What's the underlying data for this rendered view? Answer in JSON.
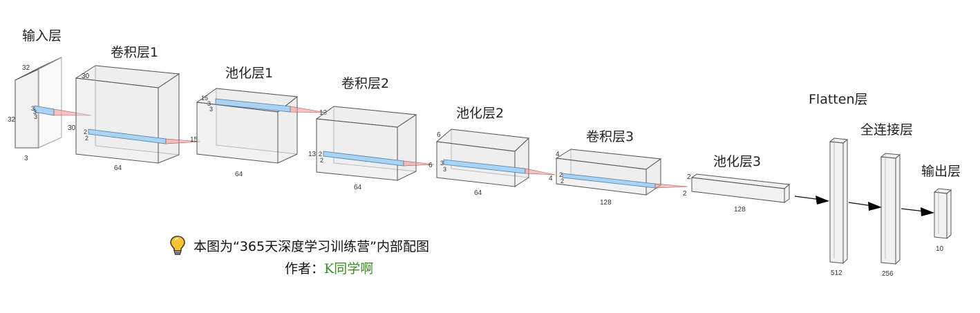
{
  "layers": [
    {
      "id": "input",
      "title": "输入层",
      "dims": [
        "32",
        "32",
        "3"
      ],
      "kernel_labels": [
        "3",
        "3",
        "3"
      ]
    },
    {
      "id": "conv1",
      "title": "卷积层1",
      "dims": [
        "30",
        "30",
        "64"
      ],
      "kernel_labels": [
        "2",
        "2"
      ]
    },
    {
      "id": "pool1",
      "title": "池化层1",
      "dims": [
        "15",
        "64"
      ],
      "kernel_labels": [
        "15",
        "3",
        "3"
      ]
    },
    {
      "id": "conv2",
      "title": "卷积层2",
      "dims": [
        "13",
        "13",
        "64"
      ],
      "kernel_labels": [
        "2",
        "2"
      ]
    },
    {
      "id": "pool2",
      "title": "池化层2",
      "dims": [
        "6",
        "6",
        "64"
      ],
      "kernel_labels": [
        "3",
        "3"
      ]
    },
    {
      "id": "conv3",
      "title": "卷积层3",
      "dims": [
        "4",
        "4",
        "128"
      ],
      "kernel_labels": [
        "2",
        "2"
      ]
    },
    {
      "id": "pool3",
      "title": "池化层3",
      "dims": [
        "2",
        "2",
        "128"
      ]
    },
    {
      "id": "flatten",
      "title": "Flatten层",
      "dims": [
        "512"
      ]
    },
    {
      "id": "dense",
      "title": "全连接层",
      "dims": [
        "256"
      ]
    },
    {
      "id": "output",
      "title": "输出层",
      "dims": [
        "10"
      ]
    }
  ],
  "caption": {
    "line1": "本图为“365天深度学习训练营”内部配图",
    "author_prefix": "作者：",
    "author_name": "K同学啊"
  },
  "icons": {
    "caption_icon": "lightbulb-icon"
  },
  "colors": {
    "kernel": "#a9d3f0",
    "cone": "#eb9696",
    "author": "#3f8a2a"
  }
}
